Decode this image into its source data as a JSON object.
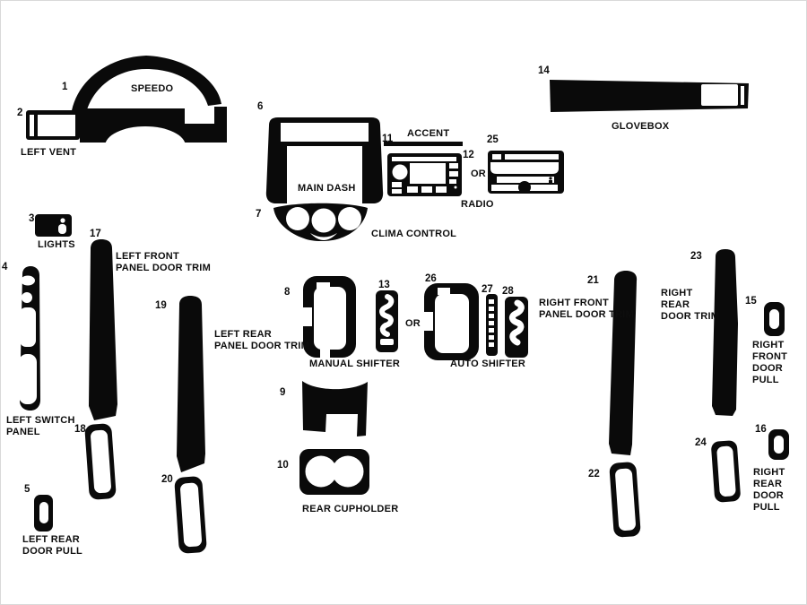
{
  "numbers": {
    "n1": "1",
    "n2": "2",
    "n3": "3",
    "n4": "4",
    "n5": "5",
    "n6": "6",
    "n7": "7",
    "n8": "8",
    "n9": "9",
    "n10": "10",
    "n11": "11",
    "n12": "12",
    "n13": "13",
    "n14": "14",
    "n15": "15",
    "n16": "16",
    "n17": "17",
    "n18": "18",
    "n19": "19",
    "n20": "20",
    "n21": "21",
    "n22": "22",
    "n23": "23",
    "n24": "24",
    "n25": "25",
    "n26": "26",
    "n27": "27",
    "n28": "28"
  },
  "labels": {
    "speedo": "SPEEDO",
    "left_vent": "LEFT VENT",
    "lights": "LIGHTS",
    "left_switch_panel": "LEFT SWITCH\nPANEL",
    "left_rear_door_pull": "LEFT REAR\nDOOR PULL",
    "left_front_panel_door_trim": "LEFT FRONT\nPANEL DOOR TRIM",
    "left_rear_panel_door_trim": "LEFT REAR\nPANEL DOOR TRIM",
    "main_dash": "MAIN DASH",
    "clima_control": "CLIMA CONTROL",
    "accent": "ACCENT",
    "or_radio": "OR",
    "radio": "RADIO",
    "glovebox": "GLOVEBOX",
    "manual_shifter": "MANUAL SHIFTER",
    "or_shifter": "OR",
    "auto_shifter": "AUTO SHIFTER",
    "rear_cupholder": "REAR CUPHOLDER",
    "right_front_panel_door_trim": "RIGHT FRONT\nPANEL DOOR TRIM",
    "right_rear_door_trim": "RIGHT\nREAR\nDOOR TRIM",
    "right_front_door_pull": "RIGHT FRONT\nDOOR PULL",
    "right_rear_door_pull": "RIGHT REAR\nDOOR PULL"
  },
  "colors": {
    "part_fill": "#0a0a0a",
    "background": "#ffffff",
    "text": "#0d0d0d"
  }
}
